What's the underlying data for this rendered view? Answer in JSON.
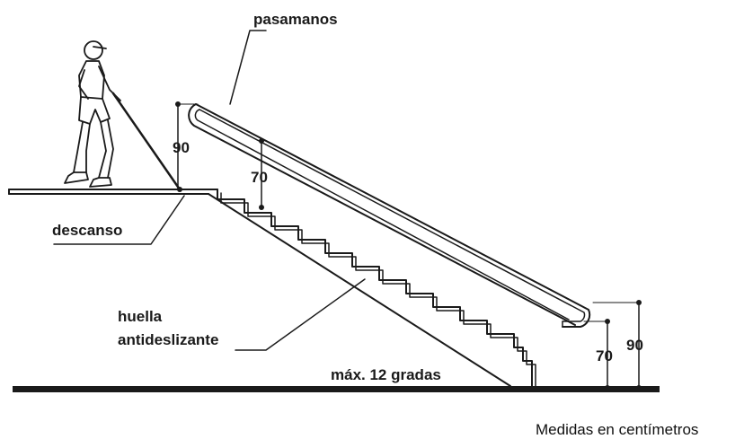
{
  "labels": {
    "handrail": "pasamanos",
    "landing": "descanso",
    "tread_line1": "huella",
    "tread_line2": "antideslizante",
    "max_steps": "máx. 12 gradas",
    "units_note": "Medidas en centímetros"
  },
  "dimensions": {
    "top_upper_rail": "90",
    "top_lower_rail": "70",
    "bottom_lower_rail": "70",
    "bottom_upper_rail": "90"
  },
  "figure": {
    "description_icon": "person-with-white-cane-icon"
  },
  "colors": {
    "line": "#1a1a1a",
    "background": "#ffffff"
  }
}
